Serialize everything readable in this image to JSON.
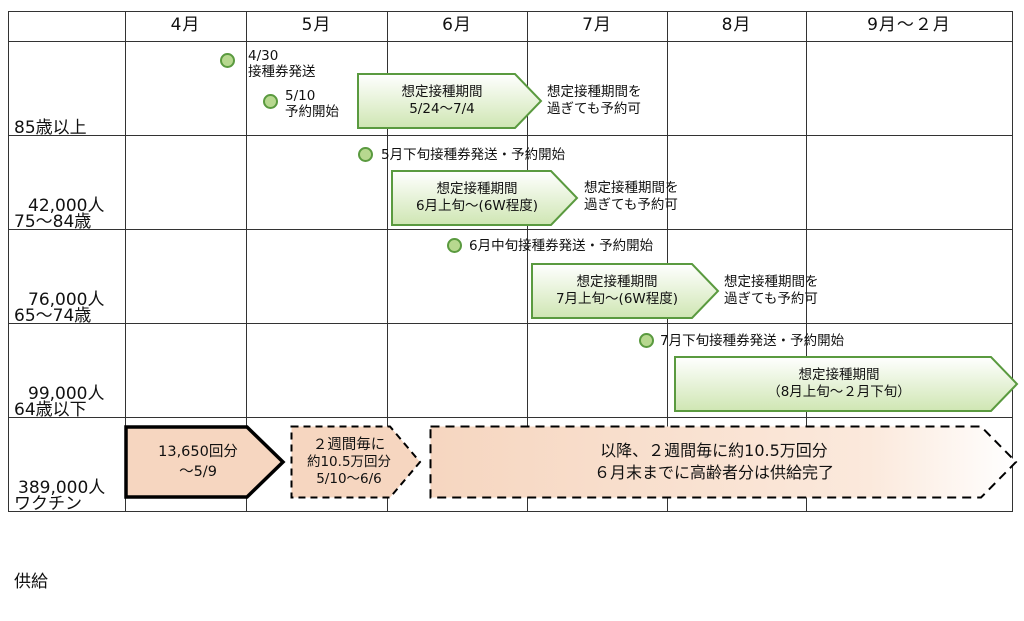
{
  "months": [
    "4月",
    "5月",
    "6月",
    "7月",
    "8月",
    "9月～２月"
  ],
  "rows": [
    {
      "line1": "85歳以上",
      "line2": "42,000人"
    },
    {
      "line1": "75～84歳",
      "line2": "76,000人"
    },
    {
      "line1": "65～74歳",
      "line2": "99,000人"
    },
    {
      "line1": "64歳以下",
      "line2": "389,000人"
    },
    {
      "line1": "ワクチン",
      "line2": "供給"
    }
  ],
  "notes": {
    "r1_dispatch": "4/30\n接種券発送",
    "r1_reserve": "5/10\n予約開始",
    "r2_dispatch": "5月下旬接種券発送・予約開始",
    "r3_dispatch": "6月中旬接種券発送・予約開始",
    "r4_dispatch": "7月下旬接種券発送・予約開始"
  },
  "periods": {
    "r1": {
      "title": "想定接種期間",
      "range": "5/24～7/4"
    },
    "r2": {
      "title": "想定接種期間",
      "range": "6月上旬～(6W程度)"
    },
    "r3": {
      "title": "想定接種期間",
      "range": "7月上旬～(6W程度)"
    },
    "r4": {
      "title": "想定接種期間",
      "range": "（8月上旬～２月下旬）"
    }
  },
  "after_note": "想定接種期間を\n過ぎても予約可",
  "supply": {
    "s1": {
      "line1": "13,650回分",
      "line2": "～5/9"
    },
    "s2": {
      "line1": "２週間毎に",
      "line2": "約10.5万回分",
      "line3": "5/10～6/6"
    },
    "s3": {
      "line1": "以降、２週間毎に約10.5万回分",
      "line2": "６月末までに高齢者分は供給完了"
    }
  },
  "colors": {
    "grid": "#333333",
    "dot_fill": "#b7d88f",
    "dot_stroke": "#5a9a3f",
    "period_fill_top": "#ffffff",
    "period_fill_bottom": "#cfe6b3",
    "period_stroke": "#5a9a3f",
    "supply_fill": "#f6d6c0",
    "supply_stroke": "#000000"
  }
}
